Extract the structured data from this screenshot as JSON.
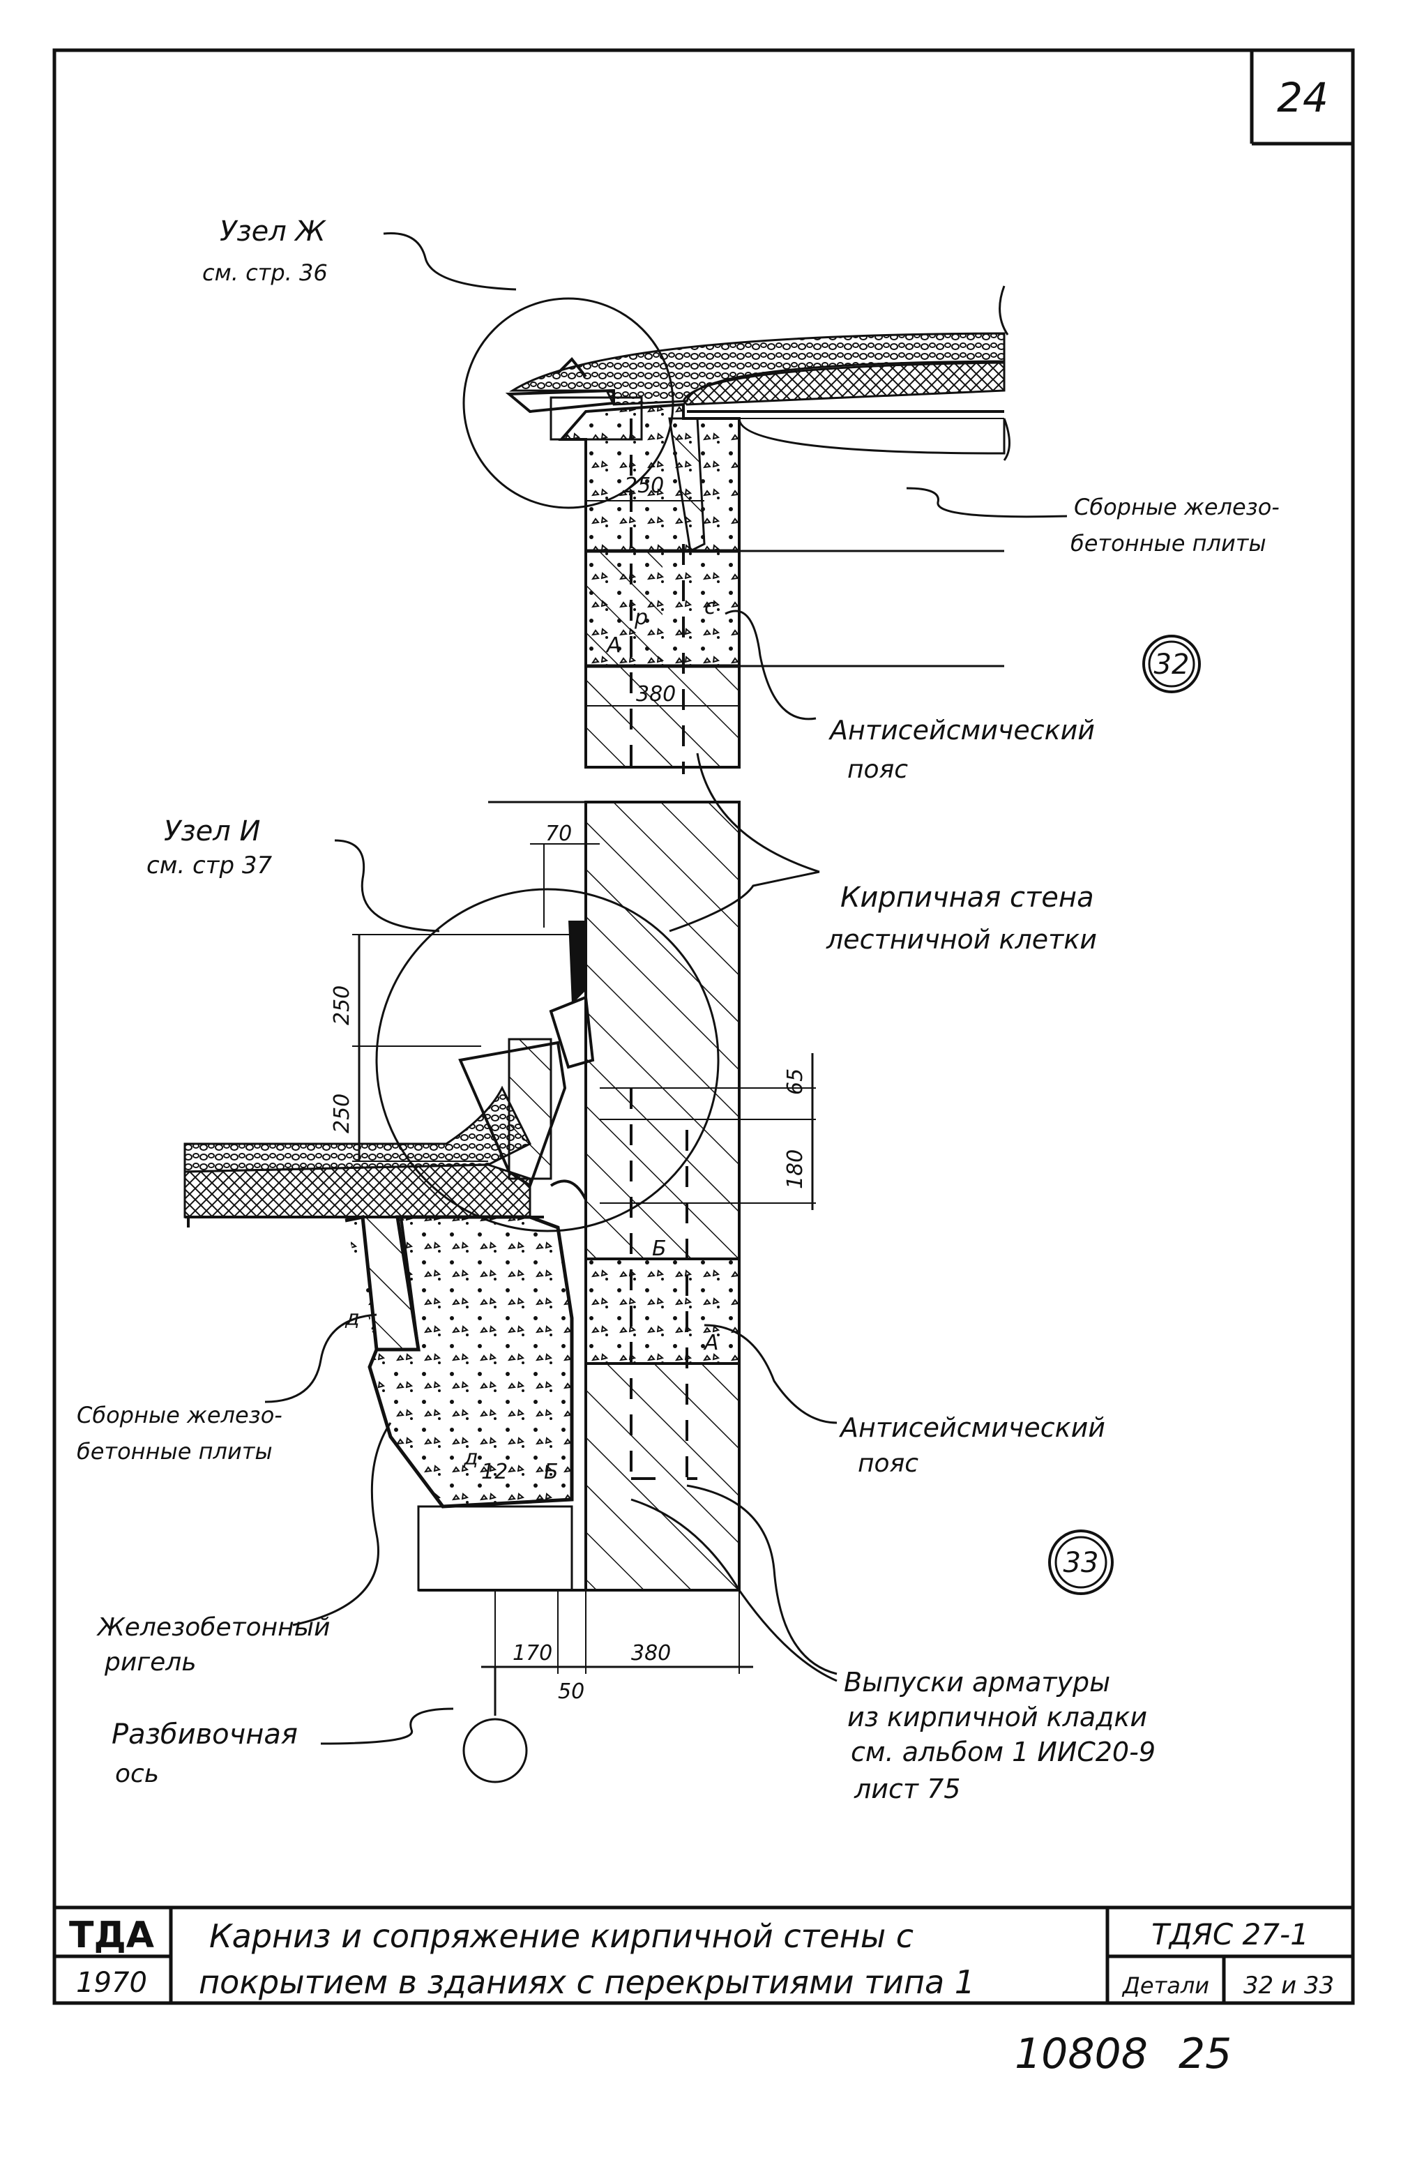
{
  "page_number": "24",
  "nodes": [
    {
      "title": "Узел Ж",
      "ref": "см. стр. 36"
    },
    {
      "title": "Узел И",
      "ref": "см. стр 37"
    }
  ],
  "section_markers": {
    "upper": "32",
    "lower": "33"
  },
  "labels": {
    "precast_slabs_1": [
      "Сборные железо-",
      "бетонные плиты"
    ],
    "antiseismic_belt_1": [
      "Антисейсмический",
      "пояс"
    ],
    "brick_wall": [
      "Кирпичная стена",
      "лестничной клетки"
    ],
    "antiseismic_belt_2": [
      "Антисейсмический",
      "пояс"
    ],
    "precast_slabs_2": [
      "Сборные железо-",
      "бетонные плиты"
    ],
    "rc_beam": [
      "Железобетонный",
      "ригель"
    ],
    "layout_axis": [
      "Разбивочная",
      "ось"
    ],
    "rebar_outlets": [
      "Выпуски арматуры",
      "из кирпичной кладки",
      "см. альбом 1 ИИС20-9",
      "лист 75"
    ]
  },
  "dimensions": {
    "d250_top": "250",
    "d380": "380",
    "d70": "70",
    "d250a": "250",
    "d250b": "250",
    "d65": "65",
    "d180": "180",
    "d170": "170",
    "d380_bottom": "380",
    "d50": "50"
  },
  "block_marks": [
    "р",
    "с",
    "А",
    "д",
    "12",
    "Б",
    "Б",
    "А",
    "д"
  ],
  "title_block": {
    "org": "ТДА",
    "year": "1970",
    "title_line1": "Карниз и сопряжение кирпичной стены с",
    "title_line2": "покрытием в зданиях с перекрытиями типа 1",
    "code": "ТДЯС 27-1",
    "type_label": "Детали",
    "sheet_ref": "32 и 33"
  },
  "footer": {
    "inventory": "10808",
    "page": "25"
  }
}
